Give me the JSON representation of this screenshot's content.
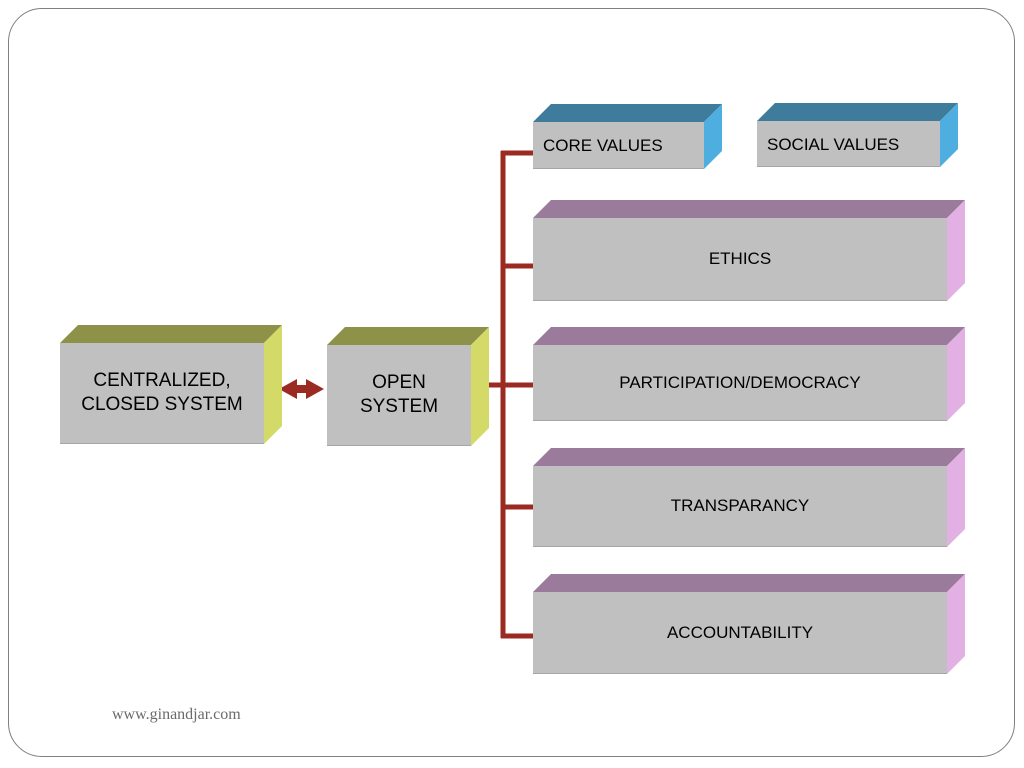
{
  "diagram": {
    "centralized_label": "CENTRALIZED,\nCLOSED SYSTEM",
    "open_system_label": "OPEN\nSYSTEM",
    "core_values_label": "CORE VALUES",
    "social_values_label": "SOCIAL VALUES",
    "principles": [
      "ETHICS",
      "PARTICIPATION/DEMOCRACY",
      "TRANSPARANCY",
      "ACCOUNTABILITY"
    ]
  },
  "footer": {
    "source": "www.ginandjar.com"
  },
  "colors": {
    "olive_top": "#8e9148",
    "olive_side": "#d4da68",
    "blue_top": "#3f7c9c",
    "blue_side": "#4faee0",
    "purple_top": "#9a7b9b",
    "purple_side": "#e2b0e2",
    "front_gray": "#c0c0c0",
    "connector_red": "#9b2a22"
  }
}
